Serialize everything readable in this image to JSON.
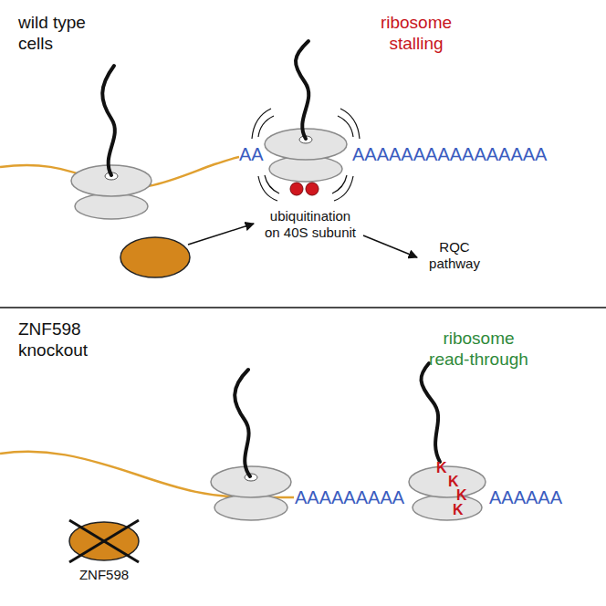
{
  "diagram": {
    "nodes": [
      {
        "text": [
          "ZNF598"
        ]
      }
    ],
    "labels": [
      "wild type cells",
      "ribosome stalling",
      "AA",
      "AAAAAAAAAAAAAAAA",
      "ubiquitination on 40S subunit",
      "RQC pathway",
      "ZNF598 knockout",
      "ribosome read-through",
      "AAAAAAAAA",
      "AAAAAA",
      "K",
      "K",
      "K",
      "K"
    ]
  }
}
